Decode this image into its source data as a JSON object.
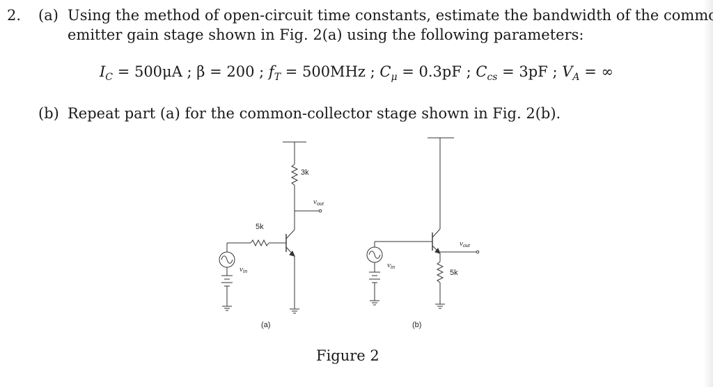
{
  "problem": {
    "number": "2.",
    "part_a_label": "(a)",
    "part_a_line1": "Using the method of open-circuit time constants, estimate the bandwidth of the common-",
    "part_a_line2": "emitter gain stage shown in Fig. 2(a) using the following parameters:",
    "params": {
      "ic_sym": "I",
      "ic_sub": "C",
      "ic_val": " = 500μA ; ",
      "beta": "β = 200 ; ",
      "ft_sym": "f",
      "ft_sub": "T",
      "ft_val": " = 500MHz ; ",
      "cmu_sym": "C",
      "cmu_sub": "μ",
      "cmu_val": " = 0.3pF ; ",
      "ccs_sym": "C",
      "ccs_sub": "cs",
      "ccs_val": " = 3pF ; ",
      "va_sym": "V",
      "va_sub": "A",
      "va_val": " = ∞"
    },
    "part_b_label": "(b)",
    "part_b_line": "Repeat part (a) for the common-collector stage shown in Fig. 2(b)."
  },
  "figure": {
    "caption": "Figure 2",
    "a": {
      "label": "(a)",
      "rc": "3k",
      "rb": "5k",
      "vout": "v",
      "vout_sub": "out",
      "vin": "v",
      "vin_sub": "in"
    },
    "b": {
      "label": "(b)",
      "re": "5k",
      "vout": "v",
      "vout_sub": "out",
      "vin": "v",
      "vin_sub": "in"
    }
  }
}
